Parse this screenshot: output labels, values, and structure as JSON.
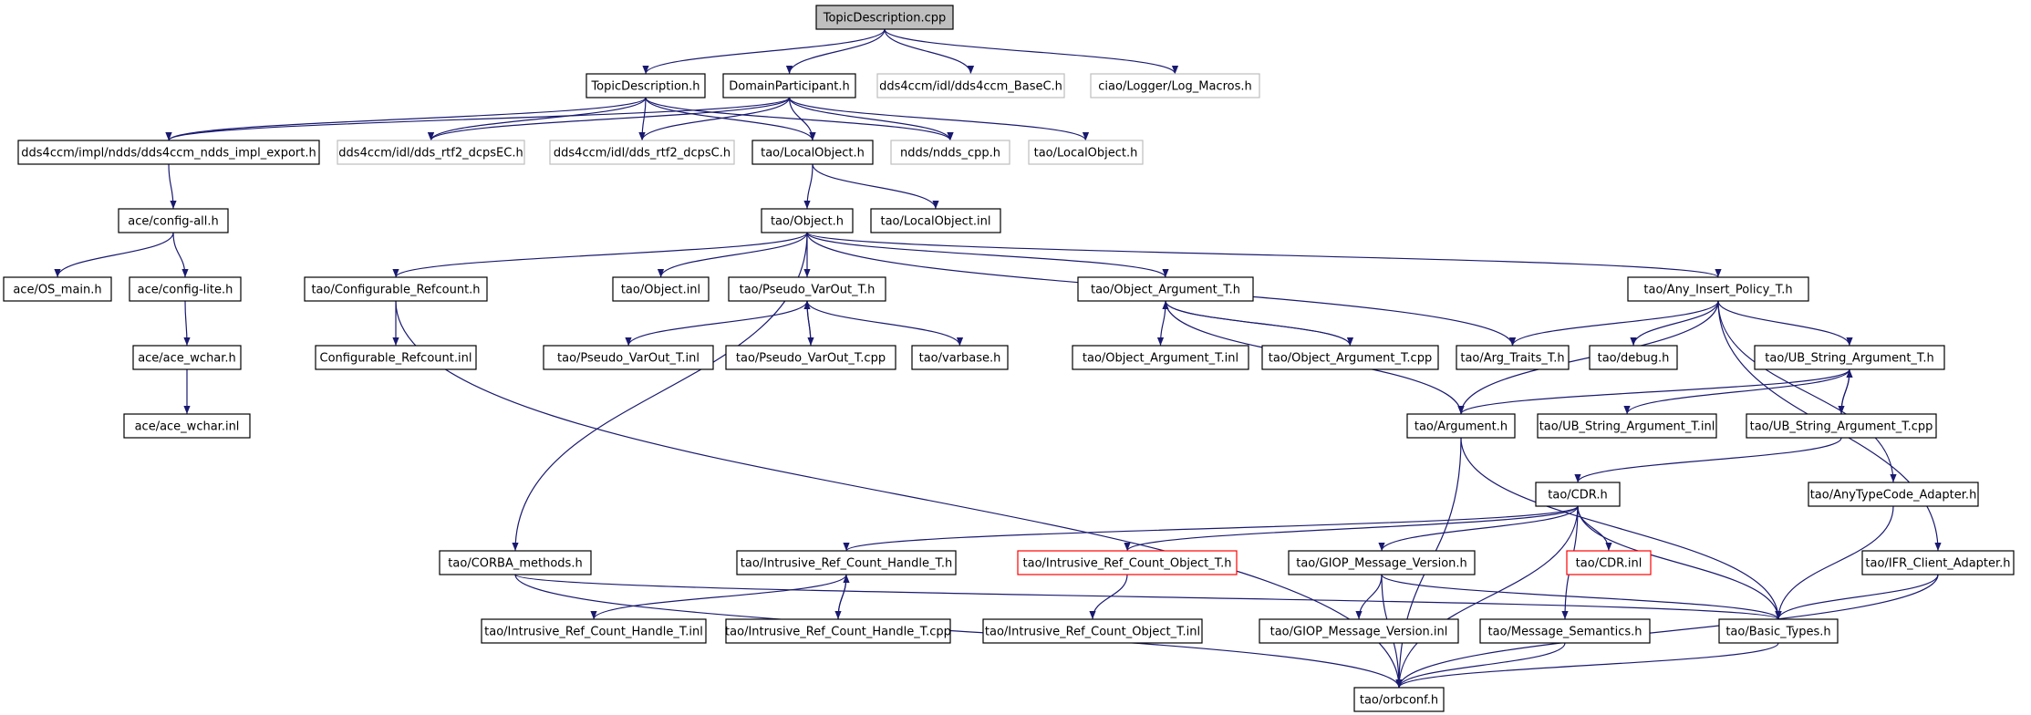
{
  "graph": {
    "nodes": [
      {
        "id": "root",
        "label": "TopicDescription.cpp",
        "kind": "root"
      },
      {
        "id": "td_h",
        "label": "TopicDescription.h",
        "kind": "normal"
      },
      {
        "id": "dp_h",
        "label": "DomainParticipant.h",
        "kind": "normal"
      },
      {
        "id": "basec",
        "label": "dds4ccm/idl/dds4ccm_BaseC.h",
        "kind": "external"
      },
      {
        "id": "logmac",
        "label": "ciao/Logger/Log_Macros.h",
        "kind": "external"
      },
      {
        "id": "export",
        "label": "dds4ccm/impl/ndds/dds4ccm_ndds_impl_export.h",
        "kind": "normal"
      },
      {
        "id": "rtf2ec",
        "label": "dds4ccm/idl/dds_rtf2_dcpsEC.h",
        "kind": "external"
      },
      {
        "id": "rtf2c",
        "label": "dds4ccm/idl/dds_rtf2_dcpsC.h",
        "kind": "external"
      },
      {
        "id": "lo_h",
        "label": "tao/LocalObject.h",
        "kind": "normal"
      },
      {
        "id": "nddscpp",
        "label": "ndds/ndds_cpp.h",
        "kind": "external"
      },
      {
        "id": "lo_h2",
        "label": "tao/LocalObject.h",
        "kind": "external"
      },
      {
        "id": "cfgall",
        "label": "ace/config-all.h",
        "kind": "normal"
      },
      {
        "id": "obj_h",
        "label": "tao/Object.h",
        "kind": "normal"
      },
      {
        "id": "lo_inl",
        "label": "tao/LocalObject.inl",
        "kind": "normal"
      },
      {
        "id": "osmain",
        "label": "ace/OS_main.h",
        "kind": "normal"
      },
      {
        "id": "cfglite",
        "label": "ace/config-lite.h",
        "kind": "normal"
      },
      {
        "id": "cfgref",
        "label": "tao/Configurable_Refcount.h",
        "kind": "normal"
      },
      {
        "id": "obj_inl",
        "label": "tao/Object.inl",
        "kind": "normal"
      },
      {
        "id": "pvo_h",
        "label": "tao/Pseudo_VarOut_T.h",
        "kind": "normal"
      },
      {
        "id": "oat_h",
        "label": "tao/Object_Argument_T.h",
        "kind": "normal"
      },
      {
        "id": "aip_h",
        "label": "tao/Any_Insert_Policy_T.h",
        "kind": "normal"
      },
      {
        "id": "wchar_h",
        "label": "ace/ace_wchar.h",
        "kind": "normal"
      },
      {
        "id": "cfgref_inl",
        "label": "Configurable_Refcount.inl",
        "kind": "normal"
      },
      {
        "id": "pvo_inl",
        "label": "tao/Pseudo_VarOut_T.inl",
        "kind": "normal"
      },
      {
        "id": "pvo_cpp",
        "label": "tao/Pseudo_VarOut_T.cpp",
        "kind": "normal"
      },
      {
        "id": "varbase",
        "label": "tao/varbase.h",
        "kind": "normal"
      },
      {
        "id": "oat_inl",
        "label": "tao/Object_Argument_T.inl",
        "kind": "normal"
      },
      {
        "id": "oat_cpp",
        "label": "tao/Object_Argument_T.cpp",
        "kind": "normal"
      },
      {
        "id": "argtraits",
        "label": "tao/Arg_Traits_T.h",
        "kind": "normal"
      },
      {
        "id": "debug",
        "label": "tao/debug.h",
        "kind": "normal"
      },
      {
        "id": "usat_h",
        "label": "tao/UB_String_Argument_T.h",
        "kind": "normal"
      },
      {
        "id": "wchar_inl",
        "label": "ace/ace_wchar.inl",
        "kind": "normal"
      },
      {
        "id": "arg_h",
        "label": "tao/Argument.h",
        "kind": "normal"
      },
      {
        "id": "usat_inl",
        "label": "tao/UB_String_Argument_T.inl",
        "kind": "normal"
      },
      {
        "id": "usat_cpp",
        "label": "tao/UB_String_Argument_T.cpp",
        "kind": "normal"
      },
      {
        "id": "cdr_h",
        "label": "tao/CDR.h",
        "kind": "normal"
      },
      {
        "id": "atca_h",
        "label": "tao/AnyTypeCode_Adapter.h",
        "kind": "normal"
      },
      {
        "id": "corbam",
        "label": "tao/CORBA_methods.h",
        "kind": "normal"
      },
      {
        "id": "irch_h",
        "label": "tao/Intrusive_Ref_Count_Handle_T.h",
        "kind": "normal"
      },
      {
        "id": "irco_h",
        "label": "tao/Intrusive_Ref_Count_Object_T.h",
        "kind": "error"
      },
      {
        "id": "giop_h",
        "label": "tao/GIOP_Message_Version.h",
        "kind": "normal"
      },
      {
        "id": "cdr_inl",
        "label": "tao/CDR.inl",
        "kind": "error"
      },
      {
        "id": "ifr_h",
        "label": "tao/IFR_Client_Adapter.h",
        "kind": "normal"
      },
      {
        "id": "irch_inl",
        "label": "tao/Intrusive_Ref_Count_Handle_T.inl",
        "kind": "normal"
      },
      {
        "id": "irch_cpp",
        "label": "tao/Intrusive_Ref_Count_Handle_T.cpp",
        "kind": "normal"
      },
      {
        "id": "irco_inl",
        "label": "tao/Intrusive_Ref_Count_Object_T.inl",
        "kind": "normal"
      },
      {
        "id": "giop_inl",
        "label": "tao/GIOP_Message_Version.inl",
        "kind": "normal"
      },
      {
        "id": "msgsem",
        "label": "tao/Message_Semantics.h",
        "kind": "normal"
      },
      {
        "id": "basic",
        "label": "tao/Basic_Types.h",
        "kind": "normal"
      },
      {
        "id": "orbconf",
        "label": "tao/orbconf.h",
        "kind": "normal"
      }
    ],
    "edges": [
      [
        "root",
        "td_h"
      ],
      [
        "root",
        "dp_h"
      ],
      [
        "root",
        "basec"
      ],
      [
        "root",
        "logmac"
      ],
      [
        "td_h",
        "export"
      ],
      [
        "td_h",
        "rtf2ec"
      ],
      [
        "td_h",
        "rtf2c"
      ],
      [
        "td_h",
        "lo_h"
      ],
      [
        "td_h",
        "nddscpp"
      ],
      [
        "dp_h",
        "export"
      ],
      [
        "dp_h",
        "rtf2ec"
      ],
      [
        "dp_h",
        "rtf2c"
      ],
      [
        "dp_h",
        "lo_h"
      ],
      [
        "dp_h",
        "nddscpp"
      ],
      [
        "dp_h",
        "lo_h2"
      ],
      [
        "export",
        "cfgall"
      ],
      [
        "cfgall",
        "osmain"
      ],
      [
        "cfgall",
        "cfglite"
      ],
      [
        "cfglite",
        "wchar_h"
      ],
      [
        "wchar_h",
        "wchar_inl"
      ],
      [
        "lo_h",
        "obj_h"
      ],
      [
        "lo_h",
        "lo_inl"
      ],
      [
        "obj_h",
        "cfgref"
      ],
      [
        "obj_h",
        "obj_inl"
      ],
      [
        "obj_h",
        "pvo_h"
      ],
      [
        "obj_h",
        "oat_h"
      ],
      [
        "obj_h",
        "aip_h"
      ],
      [
        "obj_h",
        "argtraits"
      ],
      [
        "obj_h",
        "corbam"
      ],
      [
        "cfgref",
        "cfgref_inl"
      ],
      [
        "cfgref",
        "orbconf"
      ],
      [
        "pvo_h",
        "pvo_inl"
      ],
      [
        "pvo_h",
        "pvo_cpp"
      ],
      [
        "pvo_h",
        "varbase"
      ],
      [
        "pvo_cpp",
        "pvo_h"
      ],
      [
        "oat_h",
        "oat_inl"
      ],
      [
        "oat_h",
        "oat_cpp"
      ],
      [
        "oat_h",
        "arg_h"
      ],
      [
        "oat_cpp",
        "oat_h"
      ],
      [
        "aip_h",
        "argtraits"
      ],
      [
        "aip_h",
        "debug"
      ],
      [
        "aip_h",
        "usat_h"
      ],
      [
        "aip_h",
        "arg_h"
      ],
      [
        "aip_h",
        "atca_h"
      ],
      [
        "aip_h",
        "ifr_h"
      ],
      [
        "usat_h",
        "arg_h"
      ],
      [
        "usat_h",
        "usat_inl"
      ],
      [
        "usat_h",
        "usat_cpp"
      ],
      [
        "usat_cpp",
        "usat_h"
      ],
      [
        "usat_cpp",
        "cdr_h"
      ],
      [
        "arg_h",
        "basic"
      ],
      [
        "arg_h",
        "orbconf"
      ],
      [
        "cdr_h",
        "irch_h"
      ],
      [
        "cdr_h",
        "irco_h"
      ],
      [
        "cdr_h",
        "giop_h"
      ],
      [
        "cdr_h",
        "cdr_inl"
      ],
      [
        "cdr_h",
        "msgsem"
      ],
      [
        "cdr_h",
        "basic"
      ],
      [
        "cdr_h",
        "orbconf"
      ],
      [
        "atca_h",
        "basic"
      ],
      [
        "ifr_h",
        "basic"
      ],
      [
        "ifr_h",
        "orbconf"
      ],
      [
        "corbam",
        "basic"
      ],
      [
        "corbam",
        "orbconf"
      ],
      [
        "irch_h",
        "irch_inl"
      ],
      [
        "irch_h",
        "irch_cpp"
      ],
      [
        "irch_cpp",
        "irch_h"
      ],
      [
        "irco_h",
        "irco_inl"
      ],
      [
        "giop_h",
        "giop_inl"
      ],
      [
        "giop_h",
        "basic"
      ],
      [
        "giop_h",
        "orbconf"
      ],
      [
        "msgsem",
        "orbconf"
      ],
      [
        "basic",
        "orbconf"
      ]
    ]
  }
}
